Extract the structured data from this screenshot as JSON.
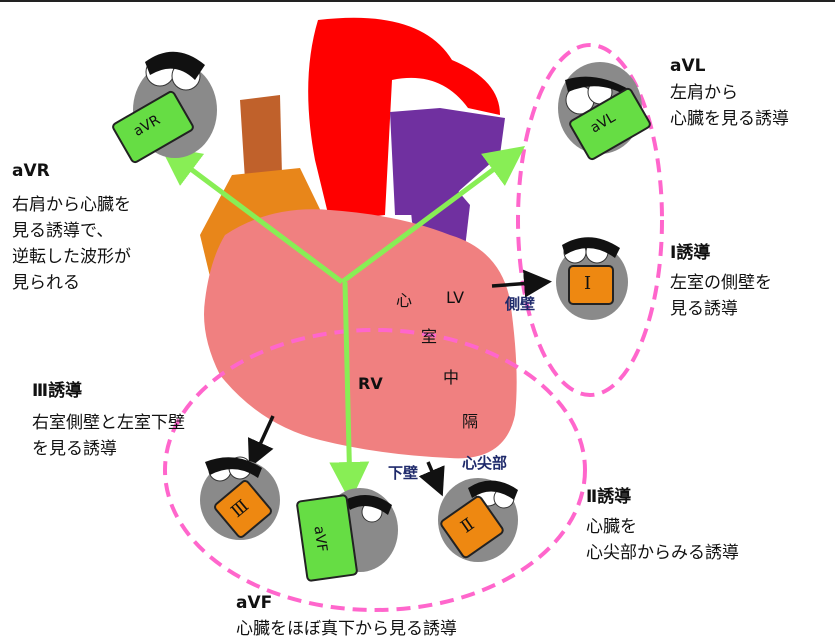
{
  "leads": {
    "avr": {
      "title": "aVR",
      "desc": "右肩から心臓を\n見る誘導で、\n逆転した波形が\n見られる",
      "badge": "aVR"
    },
    "avl": {
      "title": "aVL",
      "desc": "左肩から\n心臓を見る誘導",
      "badge": "aVL"
    },
    "lead1": {
      "title": "Ⅰ誘導",
      "desc": "左室の側壁を\n見る誘導",
      "badge": "Ⅰ"
    },
    "lead3": {
      "title": "Ⅲ誘導",
      "desc": "右室側壁と左室下壁\nを見る誘導",
      "badge": "Ⅲ"
    },
    "lead2": {
      "title": "Ⅱ誘導",
      "desc": "心臓を\n心尖部からみる誘導",
      "badge": "Ⅱ"
    },
    "avf": {
      "title": "aVF",
      "desc": "心臓をほぼ真下から見る誘導",
      "badge": "aVF"
    }
  },
  "heart": {
    "lv": "LV",
    "rv": "RV",
    "septum": [
      "心",
      "室",
      "中",
      "隔"
    ],
    "lateral_wall": "側壁",
    "inferior_wall": "下壁",
    "apex": "心尖部"
  },
  "colors": {
    "aorta": "#ff0000",
    "pulmonary": "#7030a0",
    "vena_cava": "#c0612b",
    "right_atrium": "#e8861a",
    "ventricles": "#f08080",
    "axis_arrow": "#88ee55",
    "badge_green": "#66dd44",
    "badge_orange": "#ee8811",
    "dashed_ellipse": "#ff66cc"
  }
}
